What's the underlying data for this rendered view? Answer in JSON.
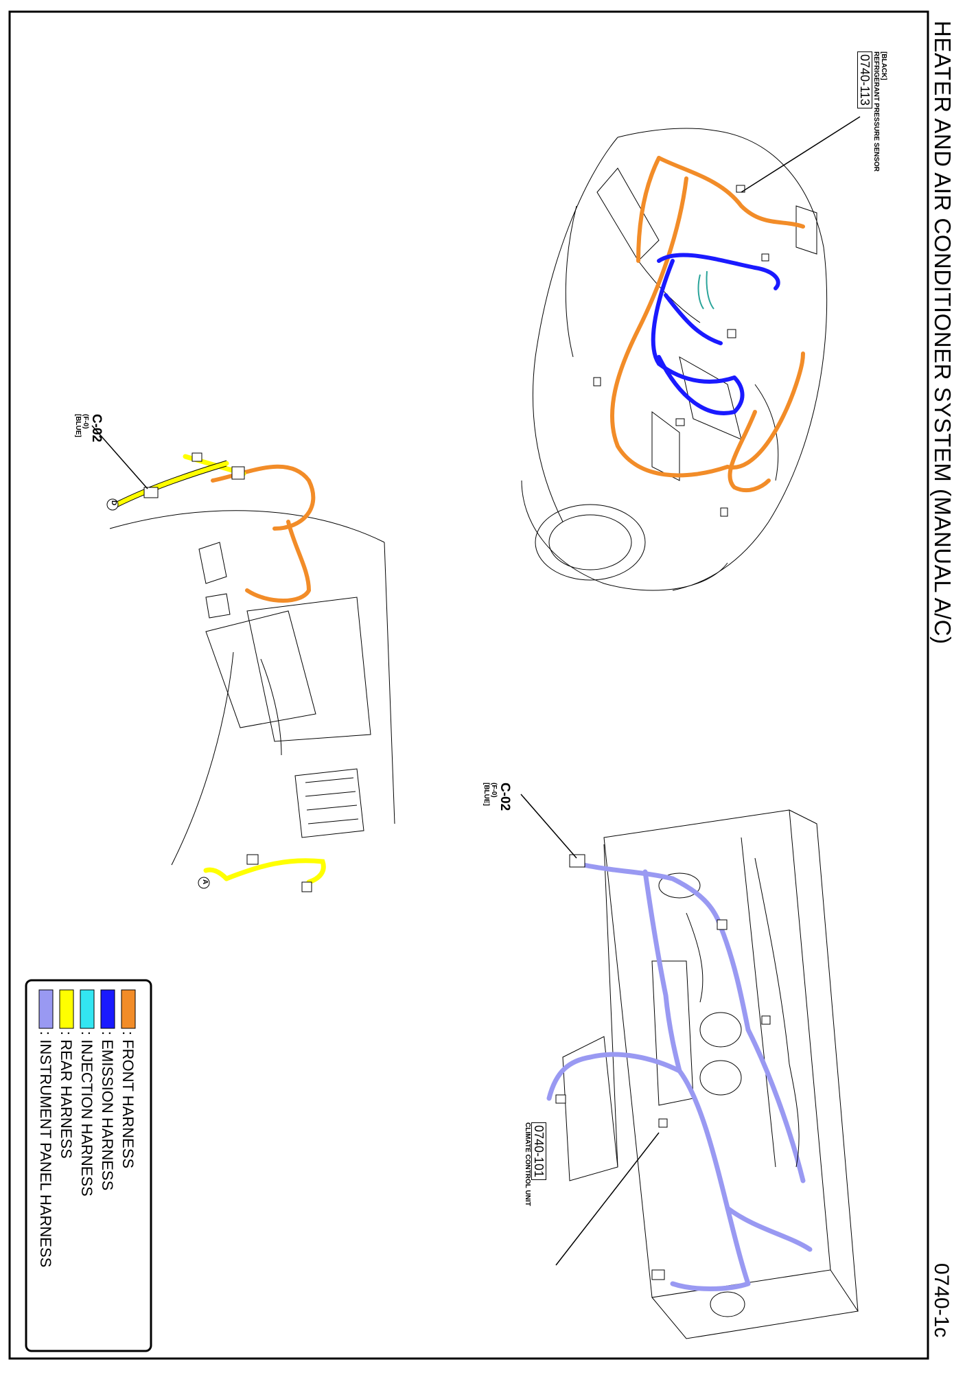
{
  "page": {
    "title": "HEATER AND AIR CONDITIONER SYSTEM (MANUAL A/C)",
    "page_number": "0740-1c"
  },
  "callouts": {
    "pressure_sensor": {
      "code": "0740-113",
      "name": "REFRIGERANT PRESSURE SENSOR",
      "color_tag": "[BLACK]"
    },
    "climate_unit": {
      "code": "0740-101",
      "name": "CLIMATE CONTROL UNIT"
    },
    "connector_top": {
      "code": "C-02",
      "pin": "(F-0)",
      "color_tag": "[BLUE]"
    },
    "connector_mid": {
      "code": "C-02",
      "pin": "(F-0)",
      "color_tag": "[BLUE]"
    }
  },
  "markers": {
    "d": "D",
    "a": "A"
  },
  "legend": [
    {
      "label": ": FRONT HARNESS",
      "color": "#f28c28"
    },
    {
      "label": ": EMISSION HARNESS",
      "color": "#1a1aff"
    },
    {
      "label": ": INJECTION HARNESS",
      "color": "#33e6f2"
    },
    {
      "label": ": REAR HARNESS",
      "color": "#ffff00"
    },
    {
      "label": ": INSTRUMENT PANEL HARNESS",
      "color": "#9999f2"
    }
  ]
}
